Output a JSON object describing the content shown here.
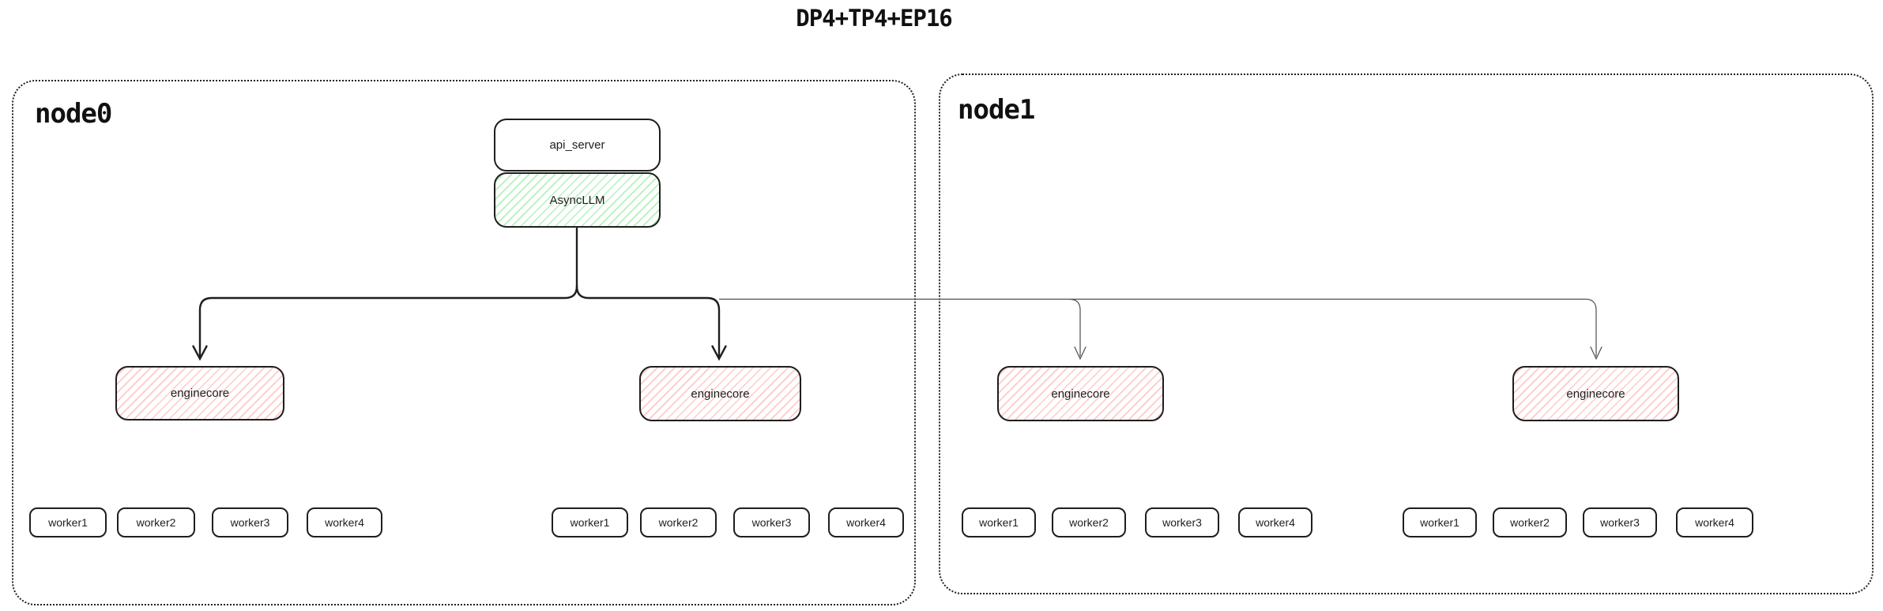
{
  "title": "DP4+TP4+EP16",
  "nodes": {
    "node0": {
      "label": "node0"
    },
    "node1": {
      "label": "node1"
    }
  },
  "boxes": {
    "api_server": "api_server",
    "async_llm": "AsyncLLM",
    "enginecores": [
      "enginecore",
      "enginecore",
      "enginecore",
      "enginecore"
    ]
  },
  "worker_groups": [
    {
      "items": [
        "worker1",
        "worker2",
        "worker3",
        "worker4"
      ]
    },
    {
      "items": [
        "worker1",
        "worker2",
        "worker3",
        "worker4"
      ]
    },
    {
      "items": [
        "worker1",
        "worker2",
        "worker3",
        "worker4"
      ]
    },
    {
      "items": [
        "worker1",
        "worker2",
        "worker3",
        "worker4"
      ]
    }
  ],
  "colors": {
    "stroke": "#1e1e1e",
    "green_hatch": "#b2f2bb",
    "red_hatch": "#ffc9c9",
    "thin_line": "#4d4d4d",
    "background": "#ffffff"
  }
}
